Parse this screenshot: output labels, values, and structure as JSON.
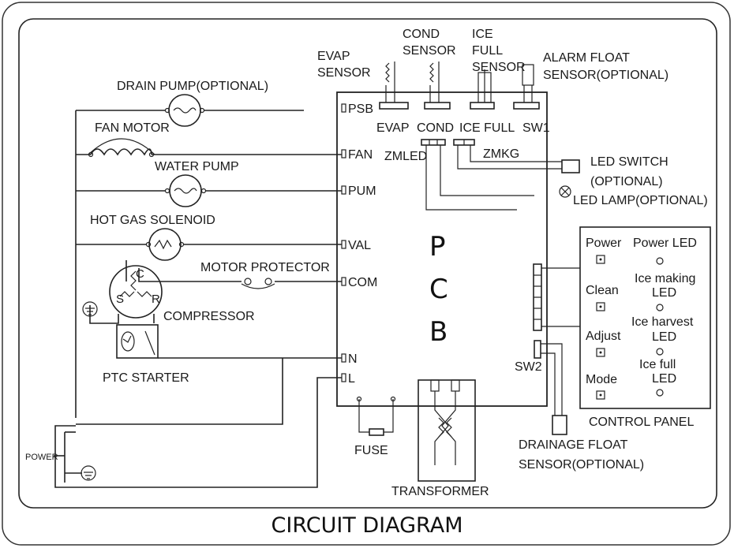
{
  "title": "CIRCUIT DIAGRAM",
  "pcb": {
    "letters": [
      "P",
      "C",
      "B"
    ]
  },
  "terminals": {
    "psb": "PSB",
    "fan": "FAN",
    "pum": "PUM",
    "val": "VAL",
    "com": "COM",
    "n": "N",
    "l": "L"
  },
  "sensors": {
    "evap_line1": "EVAP",
    "evap_line2": "SENSOR",
    "cond_line1": "COND",
    "cond_line2": "SENSOR",
    "ice_line1": "ICE",
    "ice_line2": "FULL",
    "ice_line3": "SENSOR",
    "alarm_line1": "ALARM FLOAT",
    "alarm_line2": "SENSOR(OPTIONAL)"
  },
  "connectors": {
    "evap": "EVAP",
    "cond": "COND",
    "ice_full": "ICE FULL",
    "sw1": "SW1",
    "zmled": "ZMLED",
    "zmkg": "ZMKG",
    "sw2": "SW2"
  },
  "components": {
    "drain_pump": "DRAIN PUMP(OPTIONAL)",
    "fan_motor": "FAN MOTOR",
    "water_pump": "WATER PUMP",
    "hot_gas": "HOT GAS SOLENOID",
    "motor_protector": "MOTOR PROTECTOR",
    "compressor": "COMPRESSOR",
    "ptc_starter": "PTC STARTER",
    "fuse": "FUSE",
    "transformer": "TRANSFORMER",
    "power": "POWER",
    "comp_c": "C",
    "comp_s": "S",
    "comp_r": "R"
  },
  "led": {
    "switch_line1": "LED SWITCH",
    "switch_line2": "(OPTIONAL)",
    "lamp": "LED LAMP(OPTIONAL)"
  },
  "drainage": {
    "line1": "DRAINAGE FLOAT",
    "line2": "SENSOR(OPTIONAL)"
  },
  "control_panel": {
    "title": "CONTROL PANEL",
    "buttons": [
      "Power",
      "Clean",
      "Adjust",
      "Mode"
    ],
    "leds": [
      "Power LED",
      "Ice making",
      "LED",
      "Ice harvest",
      "LED",
      "Ice full",
      "LED"
    ]
  }
}
